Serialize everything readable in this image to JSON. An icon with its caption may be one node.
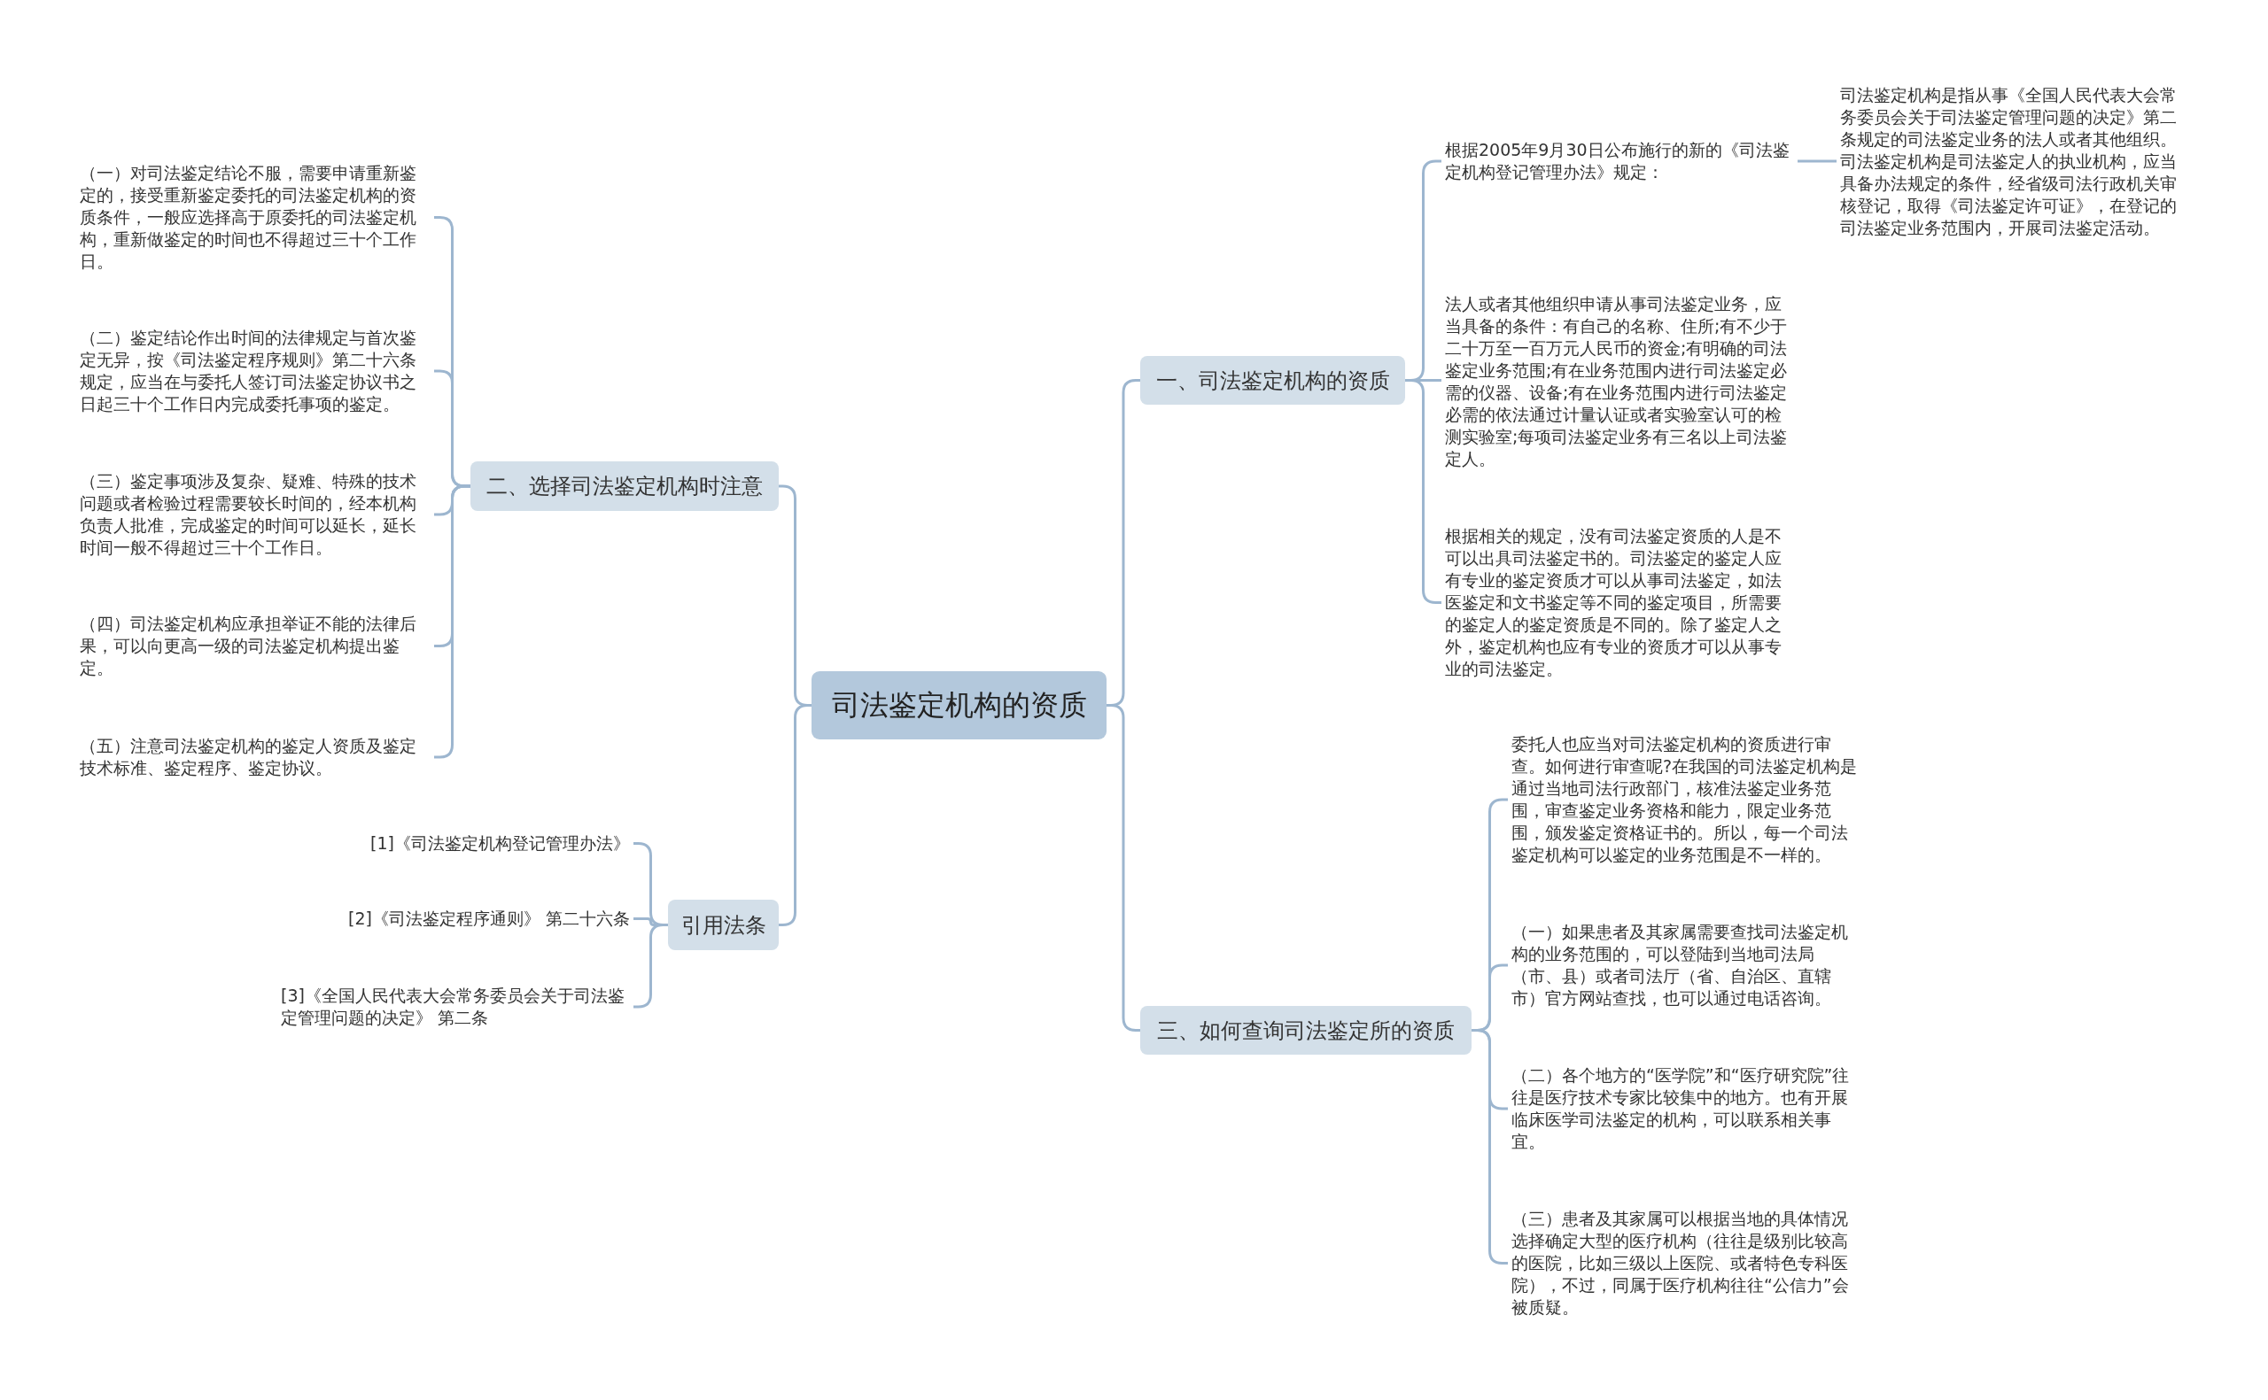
{
  "diagram": {
    "nodes": [
      {
        "text": [
          "司法鉴定机构的资质"
        ]
      },
      {
        "text": [
          "一、司法鉴定机构的资质"
        ]
      },
      {
        "text": [
          "根据2005年9月30日公布施行的新的《司法鉴定机构登记管理办法》规定："
        ]
      },
      {
        "text": [
          "司法鉴定机构是指从事《全国人民代表大会常务委员会关于司法鉴定管理问题的决定》第二条规定的司法鉴定业务的法人或者其他组织。司法鉴定机构是司法鉴定人的执业机构，应当具备办法规定的条件，经省级司法行政机关审核登记，取得《司法鉴定许可证》，在登记的司法鉴定业务范围内，开展司法鉴定活动。"
        ]
      },
      {
        "text": [
          "法人或者其他组织申请从事司法鉴定业务，应当具备的条件：有自己的名称、住所;有不少于二十万至一百万元人民币的资金;有明确的司法鉴定业务范围;有在业务范围内进行司法鉴定必需的仪器、设备;有在业务范围内进行司法鉴定必需的依法通过计量认证或者实验室认可的检测实验室;每项司法鉴定业务有三名以上司法鉴定人。"
        ]
      },
      {
        "text": [
          "根据相关的规定，没有司法鉴定资质的人是不可以出具司法鉴定书的。司法鉴定的鉴定人应有专业的鉴定资质才可以从事司法鉴定，如法医鉴定和文书鉴定等不同的鉴定项目，所需要的鉴定人的鉴定资质是不同的。除了鉴定人之外，鉴定机构也应有专业的资质才可以从事专业的司法鉴定。"
        ]
      },
      {
        "text": [
          "三、如何查询司法鉴定所的资质"
        ]
      },
      {
        "text": [
          "委托人也应当对司法鉴定机构的资质进行审查。如何进行审查呢?在我国的司法鉴定机构是通过当地司法行政部门，核准法鉴定业务范围，审查鉴定业务资格和能力，限定业务范围，颁发鉴定资格证书的。所以，每一个司法鉴定机构可以鉴定的业务范围是不一样的。"
        ]
      },
      {
        "text": [
          "（一）如果患者及其家属需要查找司法鉴定机构的业务范围的，可以登陆到当地司法局（市、县）或者司法厅（省、自治区、直辖市）官方网站查找，也可以通过电话咨询。"
        ]
      },
      {
        "text": [
          "（二）各个地方的“医学院”和“医疗研究院”往往是医疗技术专家比较集中的地方。也有开展临床医学司法鉴定的机构，可以联系相关事宜。"
        ]
      },
      {
        "text": [
          "（三）患者及其家属可以根据当地的具体情况选择确定大型的医疗机构（往往是级别比较高的医院，比如三级以上医院、或者特色专科医院），不过，同属于医疗机构往往“公信力”会被质疑。"
        ]
      },
      {
        "text": [
          "二、选择司法鉴定机构时注意"
        ]
      },
      {
        "text": [
          "（一）对司法鉴定结论不服，需要申请重新鉴定的，接受重新鉴定委托的司法鉴定机构的资质条件，一般应选择高于原委托的司法鉴定机构，重新做鉴定的时间也不得超过三十个工作日。"
        ]
      },
      {
        "text": [
          "（二）鉴定结论作出时间的法律规定与首次鉴定无异，按《司法鉴定程序规则》第二十六条规定，应当在与委托人签订司法鉴定协议书之日起三十个工作日内完成委托事项的鉴定。"
        ]
      },
      {
        "text": [
          "（三）鉴定事项涉及复杂、疑难、特殊的技术问题或者检验过程需要较长时间的，经本机构负责人批准，完成鉴定的时间可以延长，延长时间一般不得超过三十个工作日。"
        ]
      },
      {
        "text": [
          "（四）司法鉴定机构应承担举证不能的法律后果，可以向更高一级的司法鉴定机构提出鉴定。"
        ]
      },
      {
        "text": [
          "（五）注意司法鉴定机构的鉴定人资质及鉴定技术标准、鉴定程序、鉴定协议。"
        ]
      },
      {
        "text": [
          "引用法条"
        ]
      },
      {
        "text": [
          "[1]《司法鉴定机构登记管理办法》"
        ]
      },
      {
        "text": [
          "[2]《司法鉴定程序通则》 第二十六条"
        ]
      },
      {
        "text": [
          "[3]《全国人民代表大会常务委员会关于司法鉴定管理问题的决定》 第二条"
        ]
      }
    ],
    "edges": [
      {
        "from": 0,
        "to": 1,
        "arrow": "none"
      },
      {
        "from": 1,
        "to": 2,
        "arrow": "none"
      },
      {
        "from": 2,
        "to": 3,
        "arrow": "none"
      },
      {
        "from": 1,
        "to": 4,
        "arrow": "none"
      },
      {
        "from": 1,
        "to": 5,
        "arrow": "none"
      },
      {
        "from": 0,
        "to": 6,
        "arrow": "none"
      },
      {
        "from": 6,
        "to": 7,
        "arrow": "none"
      },
      {
        "from": 6,
        "to": 8,
        "arrow": "none"
      },
      {
        "from": 6,
        "to": 9,
        "arrow": "none"
      },
      {
        "from": 6,
        "to": 10,
        "arrow": "none"
      },
      {
        "from": 0,
        "to": 11,
        "arrow": "none"
      },
      {
        "from": 11,
        "to": 12,
        "arrow": "none"
      },
      {
        "from": 11,
        "to": 13,
        "arrow": "none"
      },
      {
        "from": 11,
        "to": 14,
        "arrow": "none"
      },
      {
        "from": 11,
        "to": 15,
        "arrow": "none"
      },
      {
        "from": 11,
        "to": 16,
        "arrow": "none"
      },
      {
        "from": 0,
        "to": 17,
        "arrow": "none"
      },
      {
        "from": 17,
        "to": 18,
        "arrow": "none"
      },
      {
        "from": 17,
        "to": 19,
        "arrow": "none"
      },
      {
        "from": 17,
        "to": 20,
        "arrow": "none"
      }
    ]
  }
}
